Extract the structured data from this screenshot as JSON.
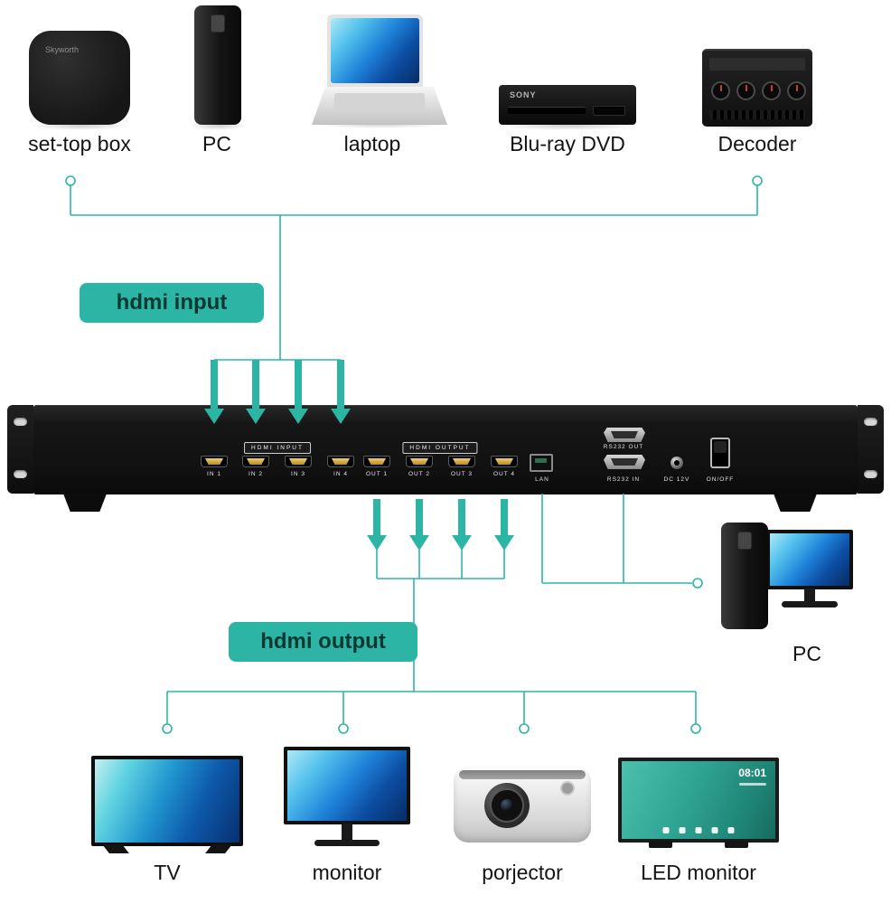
{
  "accent": "#2cb5a5",
  "connectors": {
    "input_tag": "hdmi input",
    "output_tag": "hdmi output"
  },
  "top_devices": [
    {
      "label": "set-top box",
      "brand": "Skyworth"
    },
    {
      "label": "PC"
    },
    {
      "label": "laptop"
    },
    {
      "label": "Blu-ray DVD",
      "brand": "SONY"
    },
    {
      "label": "Decoder"
    }
  ],
  "matrix": {
    "input_group": "HDMI INPUT",
    "output_group": "HDMI OUTPUT",
    "inputs": [
      "IN 1",
      "IN 2",
      "IN 3",
      "IN 4"
    ],
    "outputs": [
      "OUT 1",
      "OUT 2",
      "OUT 3",
      "OUT 4"
    ],
    "lan": "LAN",
    "rs232_out": "RS232 OUT",
    "rs232_in": "RS232 IN",
    "dc": "DC 12V",
    "power": "ON/OFF"
  },
  "right_device": {
    "label": "PC"
  },
  "bottom_devices": [
    {
      "label": "TV"
    },
    {
      "label": "monitor"
    },
    {
      "label": "porjector"
    },
    {
      "label": "LED monitor",
      "screen_clock": "08:01"
    }
  ]
}
